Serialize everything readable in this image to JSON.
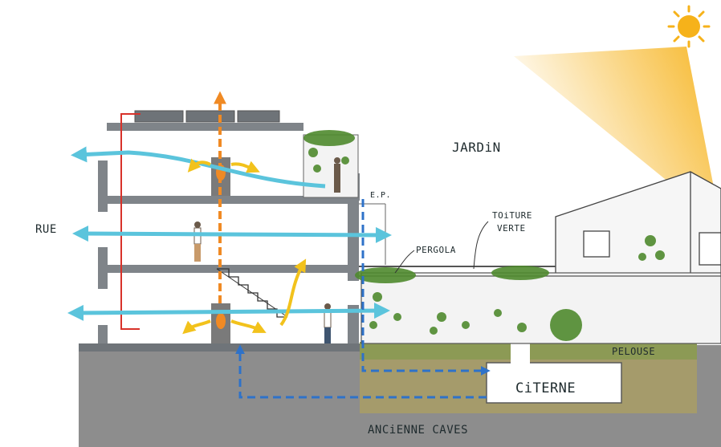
{
  "labels": {
    "jardin": "JARDiN",
    "rue": "RUE",
    "ep": "E.P.",
    "toiture_verte_line1": "TOiTURE",
    "toiture_verte_line2": "VERTE",
    "pergola": "PERGOLA",
    "pelouse": "PELOUSE",
    "citerne": "CiTERNE",
    "anciennes_caves": "ANCiENNE CAVES"
  },
  "colors": {
    "air_flow": "#5bc4dc",
    "heat_flow": "#f2c21c",
    "rain_water": "#2e72c9",
    "chimney": "#f08a24",
    "sun": "#f6b21a",
    "heating_pipe": "#d8322a",
    "soil": "#8a8a8a",
    "garden_soil": "#a49a6a",
    "lawn": "#8c9a55",
    "plants": "#4f8a2e"
  },
  "icons": [
    "sun-icon",
    "stove-icon",
    "person-icon",
    "plant-icon",
    "solar-panel-icon"
  ]
}
